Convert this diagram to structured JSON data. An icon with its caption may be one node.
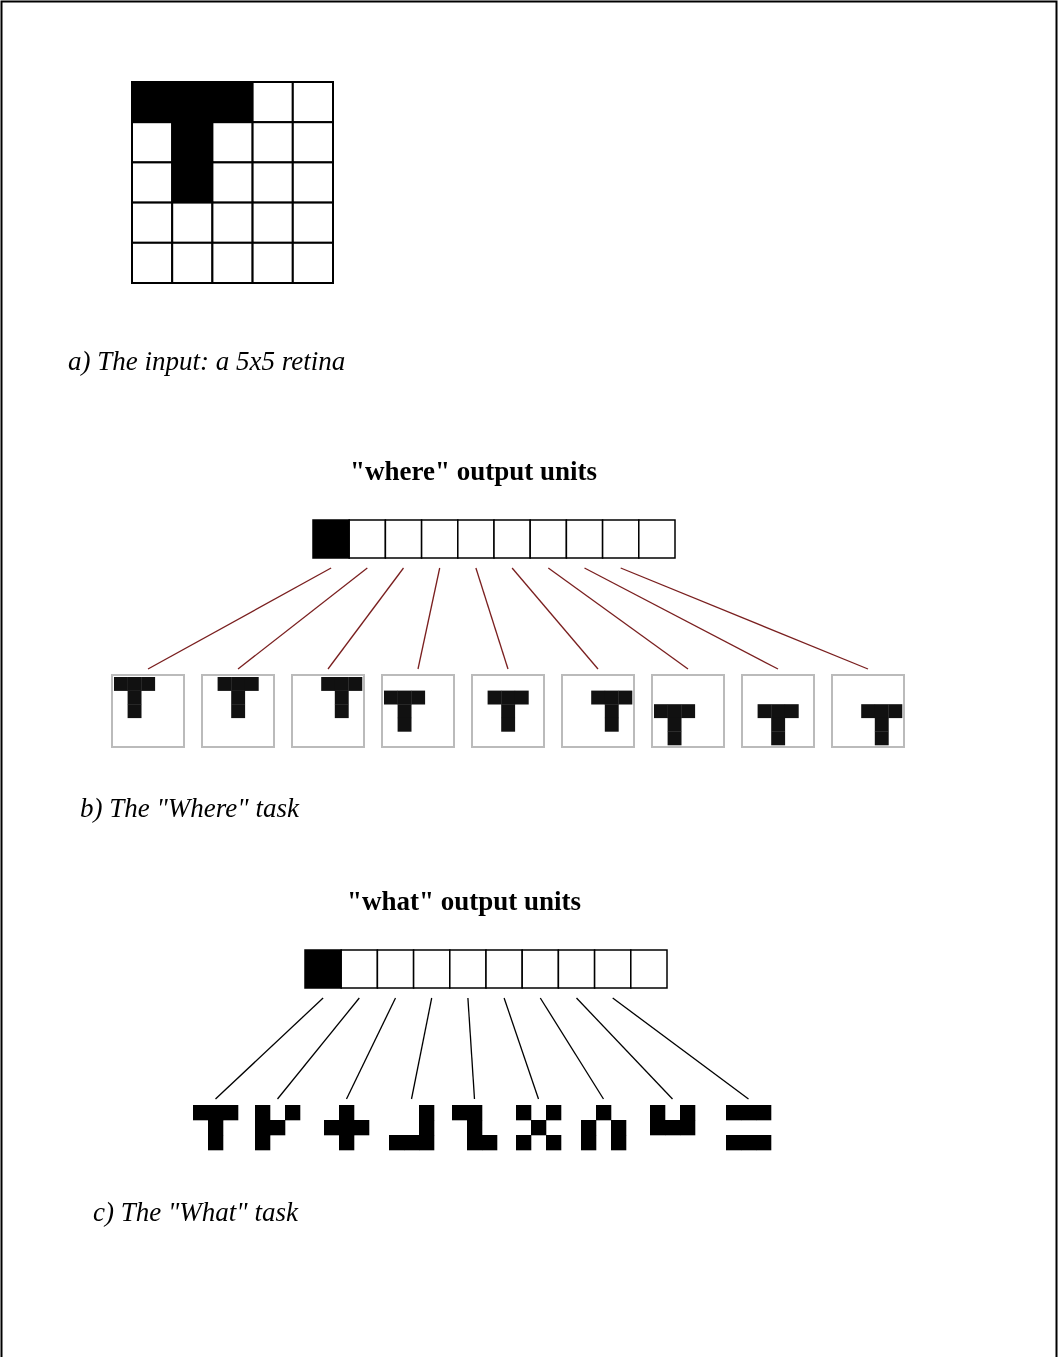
{
  "diagram": {
    "nodes": [
      {
        "text": [],
        "shape": "box"
      },
      {
        "text": [],
        "shape": "box"
      },
      {
        "text": [],
        "shape": "box"
      },
      {
        "text": [],
        "shape": "box"
      },
      {
        "text": [],
        "shape": "box"
      },
      {
        "text": [],
        "shape": "box"
      },
      {
        "text": [],
        "shape": "box"
      },
      {
        "text": [],
        "shape": "box"
      },
      {
        "text": [],
        "shape": "box"
      },
      {
        "text": [],
        "shape": "box"
      },
      {
        "text": [],
        "shape": "picture"
      },
      {
        "text": [],
        "shape": "picture"
      },
      {
        "text": [],
        "shape": "picture"
      },
      {
        "text": [],
        "shape": "picture"
      },
      {
        "text": [],
        "shape": "picture"
      },
      {
        "text": [],
        "shape": "picture"
      },
      {
        "text": [],
        "shape": "picture"
      },
      {
        "text": [],
        "shape": "picture"
      },
      {
        "text": [],
        "shape": "picture"
      },
      {
        "text": [],
        "shape": "box"
      },
      {
        "text": [],
        "shape": "box"
      },
      {
        "text": [],
        "shape": "box"
      },
      {
        "text": [],
        "shape": "box"
      },
      {
        "text": [],
        "shape": "box"
      },
      {
        "text": [],
        "shape": "box"
      },
      {
        "text": [],
        "shape": "box"
      },
      {
        "text": [],
        "shape": "box"
      },
      {
        "text": [],
        "shape": "box"
      },
      {
        "text": [],
        "shape": "box"
      },
      {
        "text": [],
        "shape": "picture"
      },
      {
        "text": [],
        "shape": "picture"
      },
      {
        "text": [],
        "shape": "picture"
      },
      {
        "text": [],
        "shape": "picture"
      },
      {
        "text": [],
        "shape": "picture"
      },
      {
        "text": [],
        "shape": "picture"
      },
      {
        "text": [],
        "shape": "picture"
      },
      {
        "text": [],
        "shape": "picture"
      },
      {
        "text": [],
        "shape": "picture"
      }
    ],
    "edges": [
      {
        "from": 0,
        "to": 10,
        "arrow": "none",
        "color": "#7a1f1f"
      },
      {
        "from": 1,
        "to": 11,
        "arrow": "none",
        "color": "#7a1f1f"
      },
      {
        "from": 2,
        "to": 12,
        "arrow": "none",
        "color": "#7a1f1f"
      },
      {
        "from": 3,
        "to": 13,
        "arrow": "none",
        "color": "#7a1f1f"
      },
      {
        "from": 4,
        "to": 14,
        "arrow": "none",
        "color": "#7a1f1f"
      },
      {
        "from": 5,
        "to": 15,
        "arrow": "none",
        "color": "#7a1f1f"
      },
      {
        "from": 6,
        "to": 16,
        "arrow": "none",
        "color": "#7a1f1f"
      },
      {
        "from": 7,
        "to": 17,
        "arrow": "none",
        "color": "#7a1f1f"
      },
      {
        "from": 8,
        "to": 18,
        "arrow": "none",
        "color": "#7a1f1f"
      },
      {
        "from": 19,
        "to": 29,
        "arrow": "none",
        "color": "#000000"
      },
      {
        "from": 20,
        "to": 30,
        "arrow": "none",
        "color": "#000000"
      },
      {
        "from": 21,
        "to": 31,
        "arrow": "none",
        "color": "#000000"
      },
      {
        "from": 22,
        "to": 32,
        "arrow": "none",
        "color": "#000000"
      },
      {
        "from": 23,
        "to": 33,
        "arrow": "none",
        "color": "#000000"
      },
      {
        "from": 24,
        "to": 34,
        "arrow": "none",
        "color": "#000000"
      },
      {
        "from": 25,
        "to": 35,
        "arrow": "none",
        "color": "#000000"
      },
      {
        "from": 26,
        "to": 36,
        "arrow": "none",
        "color": "#000000"
      },
      {
        "from": 27,
        "to": 37,
        "arrow": "none",
        "color": "#000000"
      }
    ],
    "labels": [
      "a) The input: a 5x5 retina",
      "\"where\" output units",
      "b) The \"Where\" task",
      "\"what\" output units",
      "c) The \"What\" task"
    ]
  }
}
